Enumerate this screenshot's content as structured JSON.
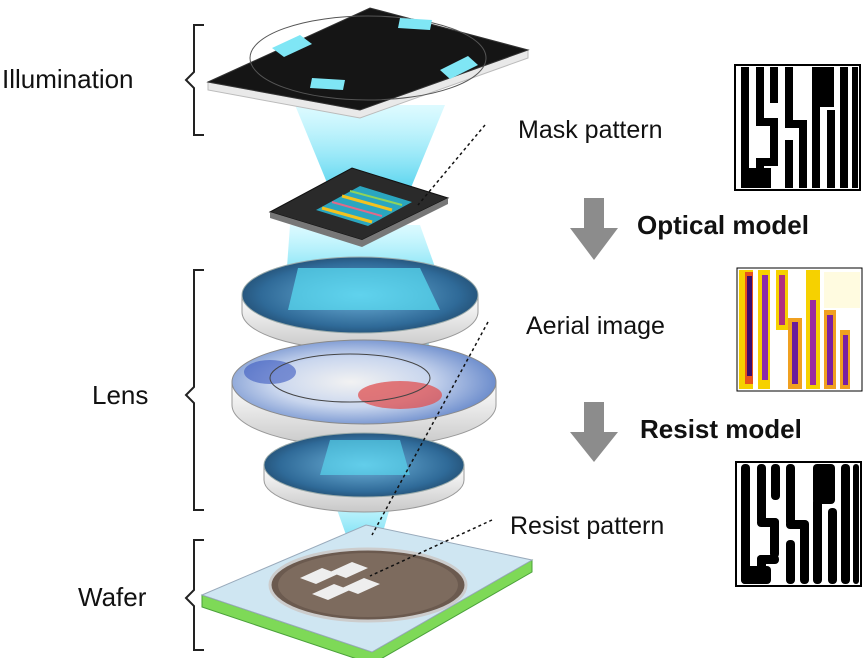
{
  "labels": {
    "illumination": "Illumination",
    "lens": "Lens",
    "wafer": "Wafer",
    "mask_pattern": "Mask pattern",
    "aerial_image": "Aerial image",
    "resist_pattern": "Resist pattern",
    "optical_model": "Optical model",
    "resist_model": "Resist model"
  },
  "colors": {
    "beam": "#4fd8f0",
    "illum_pole": "#7fe6f5",
    "lens_top": "#2f5f8a",
    "wafer_side": "#7ed957",
    "arrow": "#8c8c8c"
  }
}
